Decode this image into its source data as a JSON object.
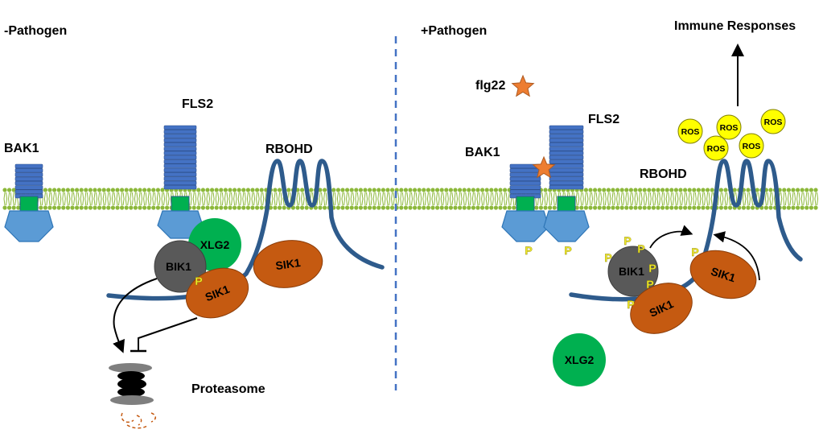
{
  "left_panel": {
    "heading": "-Pathogen",
    "labels": {
      "bak1": "BAK1",
      "fls2": "FLS2",
      "rbohd": "RBOHD"
    },
    "proteins": {
      "xlg2": "XLG2",
      "bik1": "BIK1",
      "sik1_bound": "SIK1",
      "sik1_free": "SIK1"
    },
    "phospho": "P",
    "proteasome": "Proteasome"
  },
  "right_panel": {
    "heading": "+Pathogen",
    "ligand": "flg22",
    "labels": {
      "bak1": "BAK1",
      "fls2": "FLS2",
      "rbohd": "RBOHD"
    },
    "proteins": {
      "bik1": "BIK1",
      "sik1_a": "SIK1",
      "sik1_b": "SIK1",
      "xlg2": "XLG2"
    },
    "phospho": "P",
    "ros": [
      "ROS",
      "ROS",
      "ROS",
      "ROS",
      "ROS"
    ],
    "output": "Immune Responses"
  },
  "colors": {
    "receptor_blue": "#4472c4",
    "kinase_blue": "#5b9bd5",
    "membrane_green": "#00b050",
    "membrane_lipid": "#8cb83a",
    "bik1_gray": "#595959",
    "sik1_orange": "#c55a11",
    "xlg2_green": "#00b050",
    "ros_yellow": "#ffff00",
    "flg22_orange": "#ed7d31",
    "divider_blue": "#4472c4",
    "rbohd_blue": "#2e5b8c"
  }
}
